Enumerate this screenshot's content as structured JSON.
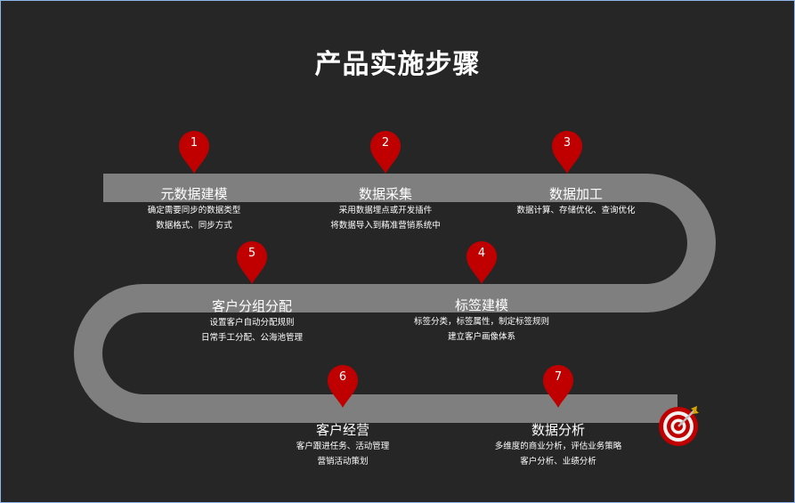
{
  "title": "产品实施步骤",
  "colors": {
    "background": "#262626",
    "road": "#7f7f7f",
    "pin": "#c00000",
    "text": "#ffffff"
  },
  "steps": [
    {
      "number": "1",
      "title": "元数据建模",
      "desc": [
        "确定需要同步的数据类型",
        "数据格式、同步方式"
      ]
    },
    {
      "number": "2",
      "title": "数据采集",
      "desc": [
        "采用数据埋点或开发插件",
        "将数据导入到精准营销系统中"
      ]
    },
    {
      "number": "3",
      "title": "数据加工",
      "desc": [
        "数据计算、存储优化、查询优化"
      ]
    },
    {
      "number": "4",
      "title": "标签建模",
      "desc": [
        "标签分类，标签属性，制定标签规则",
        "建立客户画像体系"
      ]
    },
    {
      "number": "5",
      "title": "客户分组分配",
      "desc": [
        "设置客户自动分配规则",
        "日常手工分配、公海池管理"
      ]
    },
    {
      "number": "6",
      "title": "客户经营",
      "desc": [
        "客户跟进任务、活动管理",
        "营销活动策划"
      ]
    },
    {
      "number": "7",
      "title": "数据分析",
      "desc": [
        "多维度的商业分析，评估业务策略",
        "客户分析、业绩分析"
      ]
    }
  ],
  "icons": {
    "pin": "map-pin-icon",
    "goal": "target-icon"
  }
}
